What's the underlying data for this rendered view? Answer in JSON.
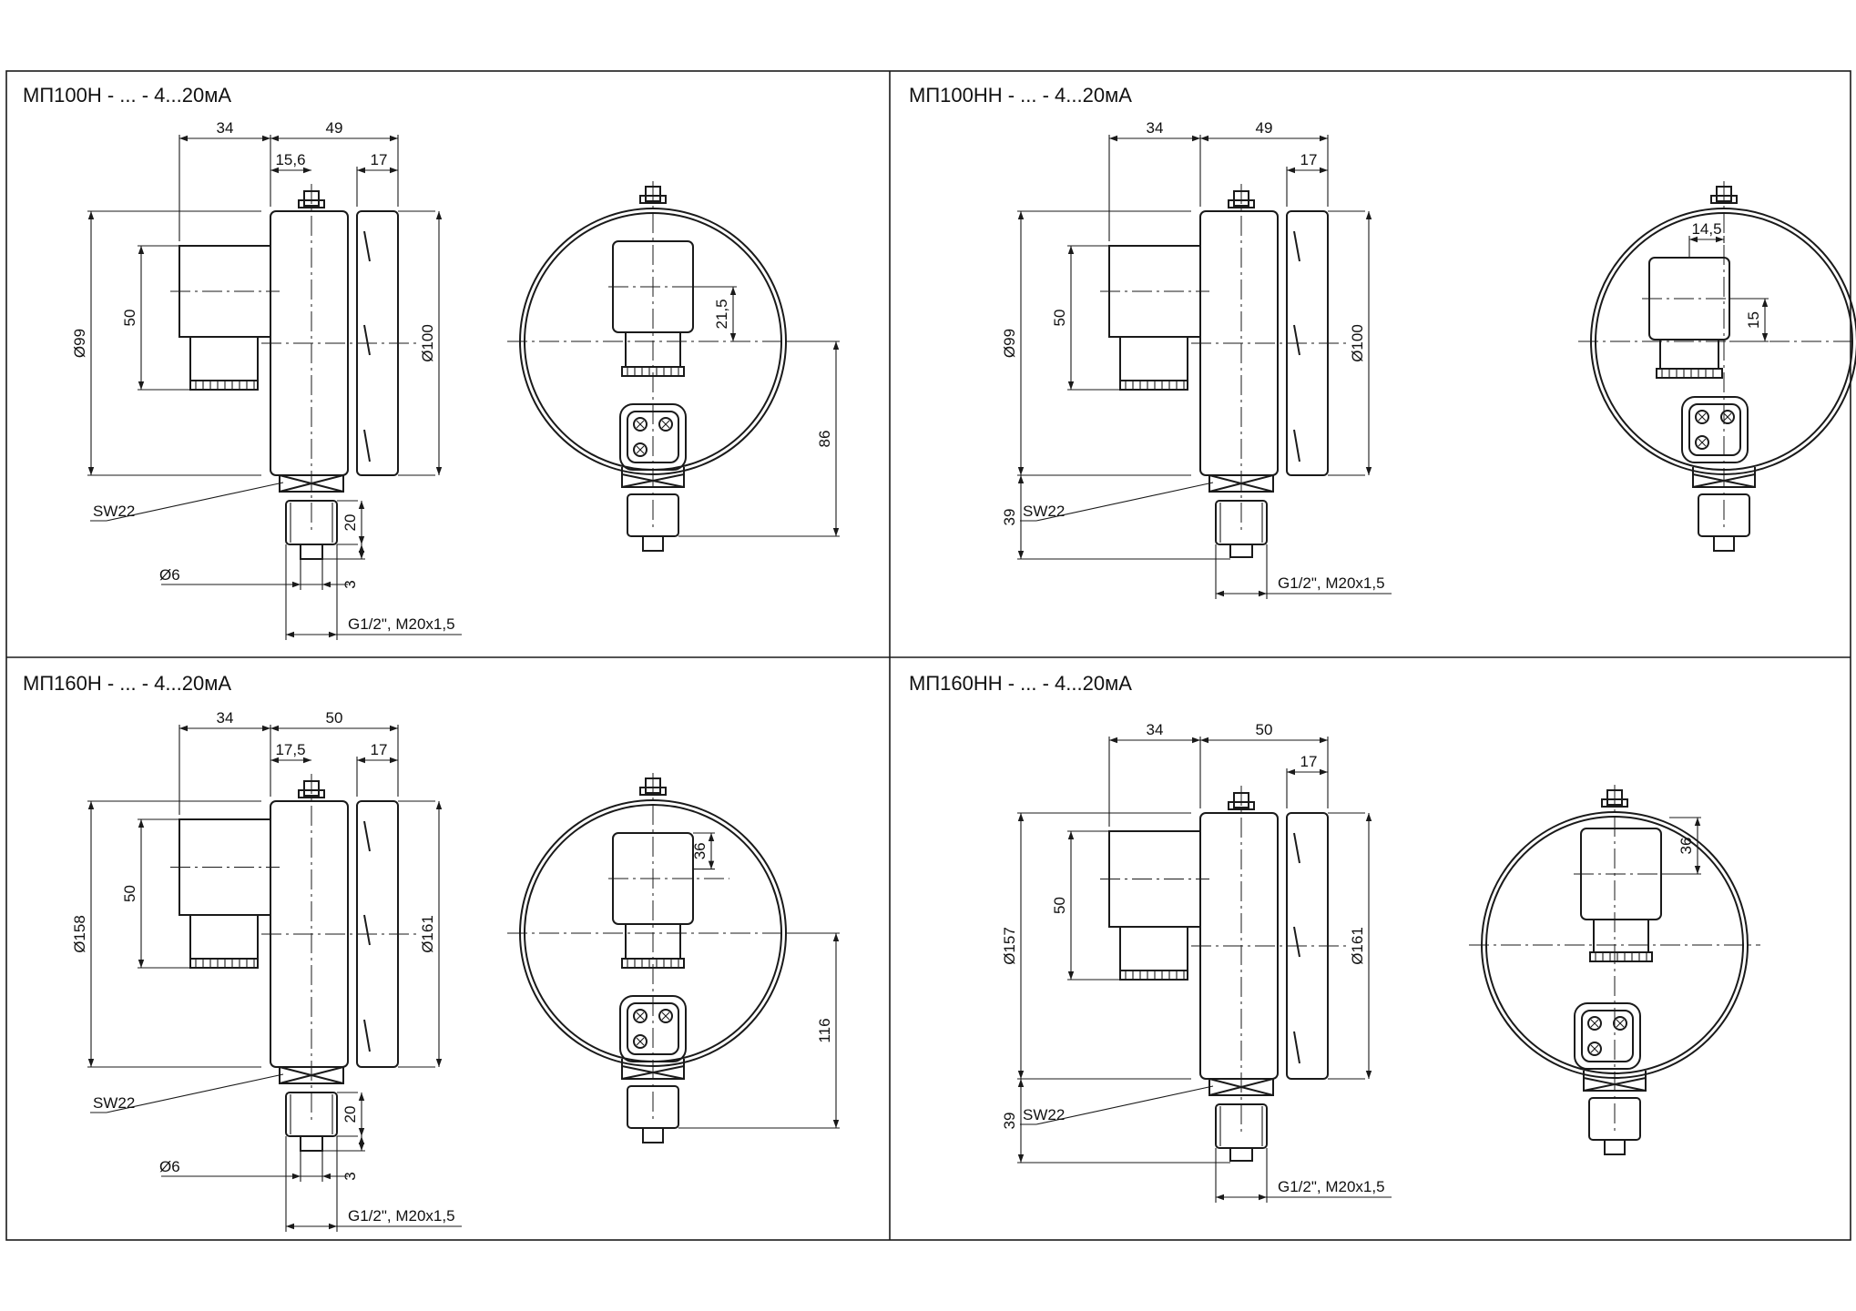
{
  "panels": [
    {
      "title": "МП100Н - ... - 4...20мА",
      "variant": "with-needle",
      "dims": {
        "left_width": "34",
        "right_width": "49",
        "sub_width": "15,6",
        "glass": "17",
        "outer_dia": "Ø99",
        "housing": "50",
        "case_dia": "Ø100",
        "wrench": "SW22",
        "pin_len": "20",
        "pin_dia": "Ø6",
        "pin_tip": "3",
        "thread": "G1/2\", M20x1,5",
        "front_offset": "21,5",
        "front_height": "86"
      }
    },
    {
      "title": "МП100НН - ... - 4...20мА",
      "variant": "no-needle",
      "dims": {
        "left_width": "34",
        "right_width": "49",
        "glass": "17",
        "outer_dia": "Ø99",
        "housing": "50",
        "case_dia": "Ø100",
        "wrench": "SW22",
        "stem_len": "39",
        "thread": "G1/2\", M20x1,5",
        "front_w": "14,5",
        "front_h": "15"
      }
    },
    {
      "title": "МП160Н - ... - 4...20мА",
      "variant": "with-needle",
      "dims": {
        "left_width": "34",
        "right_width": "50",
        "sub_width": "17,5",
        "glass": "17",
        "outer_dia": "Ø158",
        "housing": "50",
        "case_dia": "Ø161",
        "wrench": "SW22",
        "pin_len": "20",
        "pin_dia": "Ø6",
        "pin_tip": "3",
        "thread": "G1/2\", M20x1,5",
        "front_offset": "36",
        "front_height": "116"
      }
    },
    {
      "title": "МП160НН - ... - 4...20мА",
      "variant": "no-needle",
      "dims": {
        "left_width": "34",
        "right_width": "50",
        "glass": "17",
        "outer_dia": "Ø157",
        "housing": "50",
        "case_dia": "Ø161",
        "wrench": "SW22",
        "stem_len": "39",
        "thread": "G1/2\", M20x1,5",
        "front_offset": "36"
      }
    }
  ]
}
